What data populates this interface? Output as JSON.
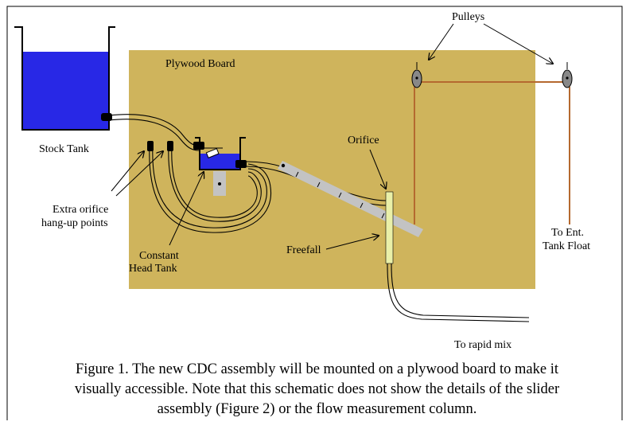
{
  "labels": {
    "plywood_board": "Plywood Board",
    "stock_tank": "Stock Tank",
    "pulleys": "Pulleys",
    "orifice": "Orifice",
    "extra_line1": "Extra orifice",
    "extra_line2": "hang-up points",
    "constant_line1": "Constant",
    "constant_line2": "Head Tank",
    "freefall": "Freefall",
    "to_ent_line1": "To Ent.",
    "to_ent_line2": "Tank Float",
    "rapid_mix": "To rapid mix"
  },
  "caption": {
    "line1": "Figure 1. The new CDC assembly will be mounted on a plywood board to make it",
    "line2": "visually accessible. Note that this schematic does not show the details of the slider",
    "line3": "assembly (Figure 2) or the flow measurement column."
  },
  "colors": {
    "board": "#cfb45c",
    "water": "#2828e6",
    "cord": "#b5692f",
    "slider": "#c3c3c3",
    "freefall_tube": "#eaf0a8",
    "frame": "#000000"
  }
}
